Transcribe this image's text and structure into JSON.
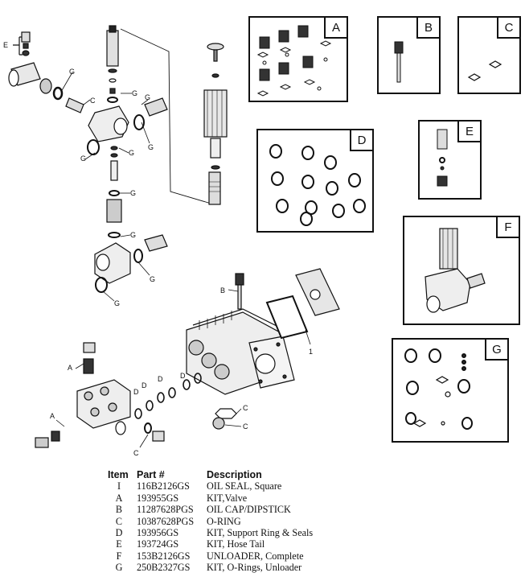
{
  "kits": [
    {
      "letter": "A"
    },
    {
      "letter": "B"
    },
    {
      "letter": "C"
    },
    {
      "letter": "D"
    },
    {
      "letter": "E"
    },
    {
      "letter": "F"
    },
    {
      "letter": "G"
    }
  ],
  "callouts": {
    "A": "A",
    "B": "B",
    "C": "C",
    "D": "D",
    "E": "E",
    "G": "G",
    "I": "1"
  },
  "table": {
    "headers": {
      "item": "Item",
      "part": "Part #",
      "description": "Description"
    },
    "rows": [
      {
        "item": "I",
        "part": "116B2126GS",
        "description": "OIL SEAL, Square"
      },
      {
        "item": "A",
        "part": "193955GS",
        "description": "KIT,Valve"
      },
      {
        "item": "B",
        "part": "11287628PGS",
        "description": "OIL CAP/DIPSTICK"
      },
      {
        "item": "C",
        "part": "10387628PGS",
        "description": "O-RING"
      },
      {
        "item": "D",
        "part": "193956GS",
        "description": "KIT, Support Ring & Seals"
      },
      {
        "item": "E",
        "part": "193724GS",
        "description": "KIT, Hose Tail"
      },
      {
        "item": "F",
        "part": "153B2126GS",
        "description": "UNLOADER, Complete"
      },
      {
        "item": "G",
        "part": "250B2327GS",
        "description": "KIT, O-Rings, Unloader"
      }
    ]
  }
}
